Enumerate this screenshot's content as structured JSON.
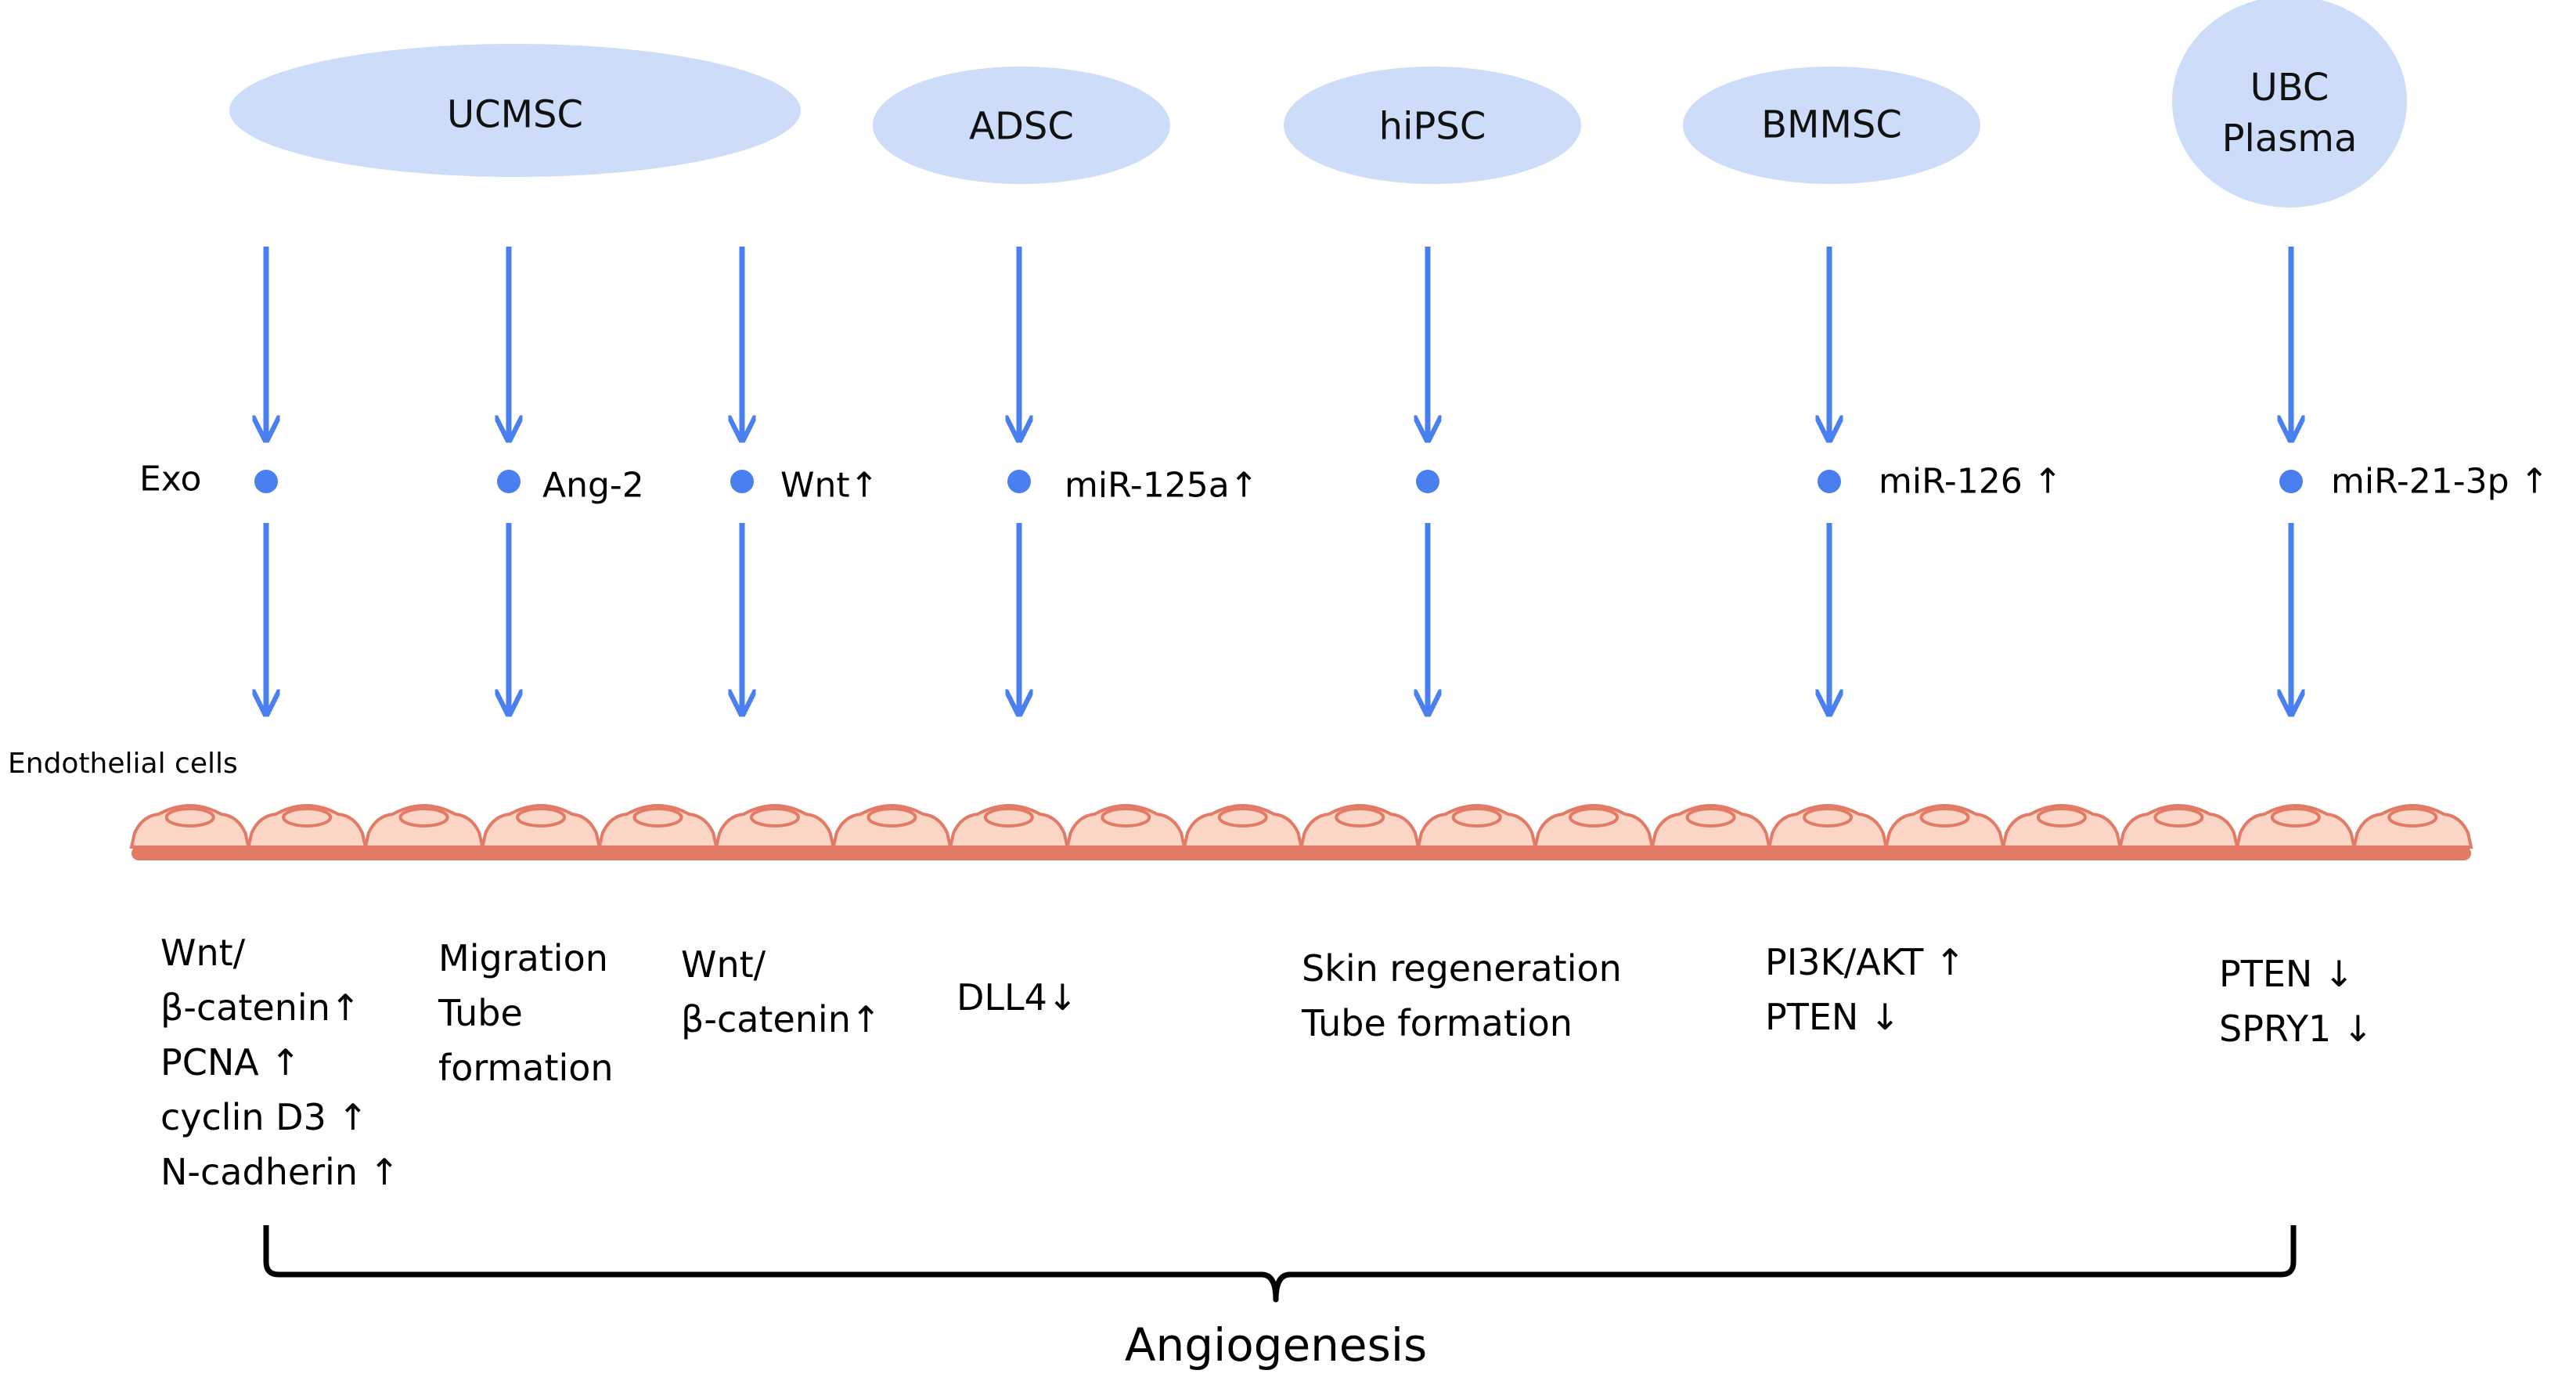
{
  "sources": [
    {
      "id": "ucmsc",
      "label": "UCMSC"
    },
    {
      "id": "adsc",
      "label": "ADSC"
    },
    {
      "id": "hipsc",
      "label": "hiPSC"
    },
    {
      "id": "bmmsc",
      "label": "BMMSC"
    },
    {
      "id": "ubc",
      "label": "UBC\nPlasma"
    }
  ],
  "mediators": {
    "exo": "Exo",
    "col2": "Ang-2",
    "col3": "Wnt↑",
    "col4": "miR-125a↑",
    "col6": "miR-126 ↑",
    "col7": "miR-21-3p ↑"
  },
  "endothelial_label": "Endothelial cells",
  "effects": {
    "col1": [
      "Wnt/",
      "β-catenin↑",
      "PCNA ↑",
      "cyclin D3 ↑",
      "N-cadherin ↑"
    ],
    "col2": [
      "Migration",
      "Tube",
      "formation"
    ],
    "col3": [
      "Wnt/",
      "β-catenin↑"
    ],
    "col4": [
      "DLL4↓"
    ],
    "col5": [
      "Skin regeneration",
      "Tube formation"
    ],
    "col6": [
      "PI3K/AKT ↑",
      "PTEN ↓"
    ],
    "col7": [
      "PTEN ↓",
      "SPRY1 ↓"
    ]
  },
  "bottom_label": "Angiogenesis",
  "colors": {
    "ellipse_fill": "#cddcf8",
    "arrow": "#4a7ff0",
    "dot": "#4a7ff0",
    "cell_fill": "#fbd6c6",
    "cell_stroke": "#e27a66",
    "membrane": "#e27a66"
  }
}
